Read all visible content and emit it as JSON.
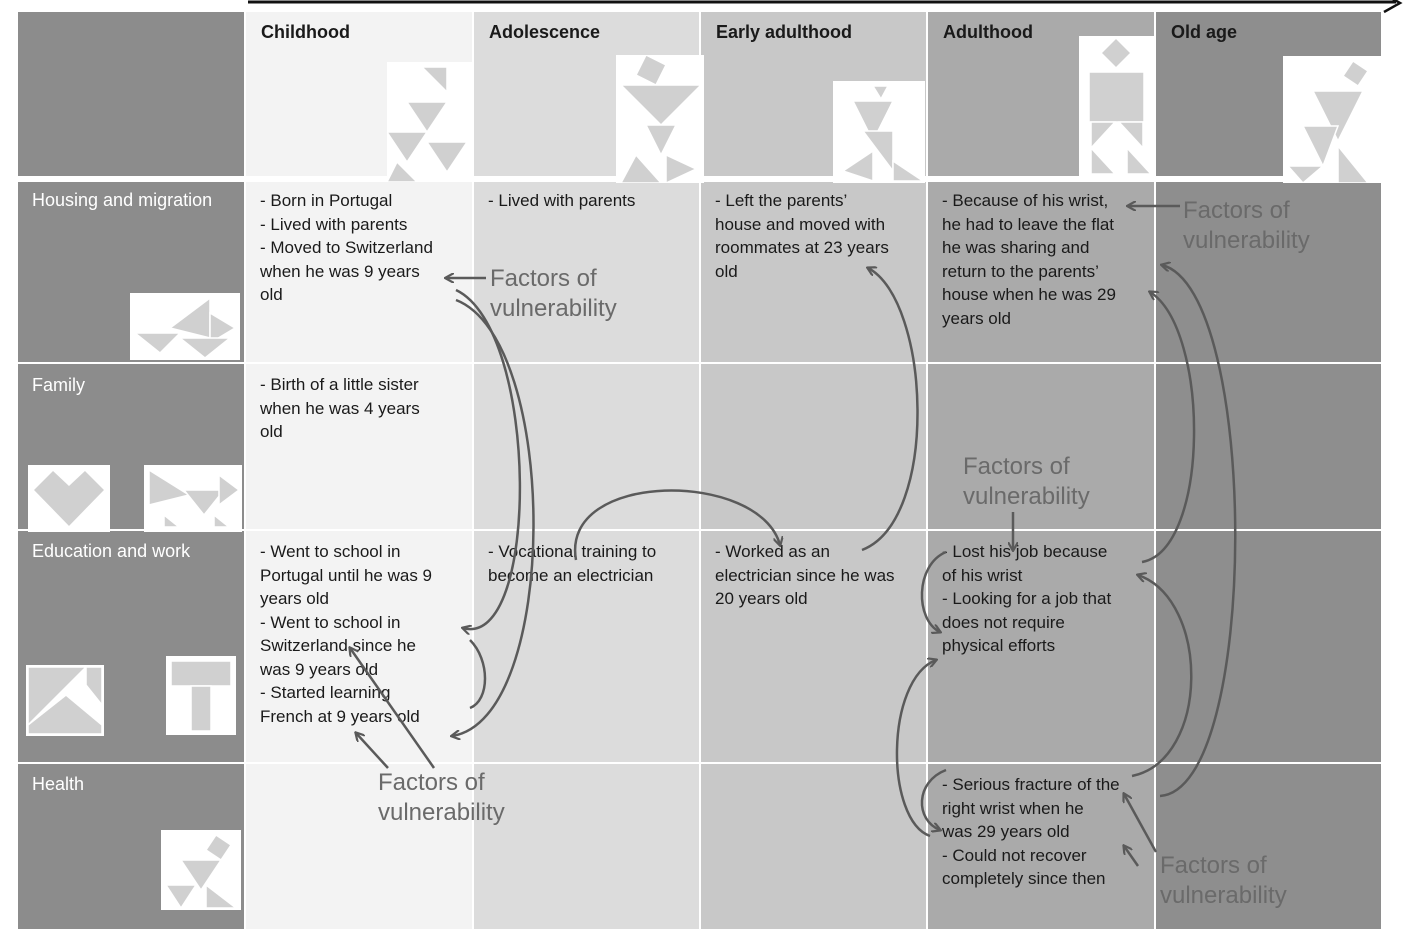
{
  "columns": [
    {
      "label": "Childhood"
    },
    {
      "label": "Adolescence"
    },
    {
      "label": "Early adulthood"
    },
    {
      "label": "Adulthood"
    },
    {
      "label": "Old age"
    }
  ],
  "rows": [
    {
      "label": "Housing and migration"
    },
    {
      "label": "Family"
    },
    {
      "label": "Education and work"
    },
    {
      "label": "Health"
    }
  ],
  "cells": {
    "housing": {
      "childhood": [
        "- Born in Portugal",
        "- Lived with parents",
        "- Moved to Switzerland",
        "when he was 9 years",
        "old"
      ],
      "adolescence": [
        "- Lived with parents"
      ],
      "early_adulthood": [
        "- Left the parents’",
        "house and moved with",
        "roommates at 23 years",
        "old"
      ],
      "adulthood": [
        "- Because of his wrist,",
        "he had to leave the flat",
        "he was sharing and",
        "return to the parents’",
        "house when he was 29",
        "years old"
      ]
    },
    "family": {
      "childhood": [
        "- Birth of a little sister",
        "when he was 4 years",
        "old"
      ]
    },
    "education": {
      "childhood": [
        "- Went to school in",
        "Portugal until he was 9",
        "years old",
        "- Went to school in",
        "Switzerland since he",
        "was 9 years old",
        "- Started learning",
        "French at 9 years old"
      ],
      "adolescence": [
        "- Vocational training to",
        "become an electrician"
      ],
      "early_adulthood": [
        "- Worked as an",
        "electrician since he was",
        "20 years old"
      ],
      "adulthood": [
        "- Lost his job because",
        "of his wrist",
        "- Looking for a job that",
        "does not require",
        "physical efforts"
      ]
    },
    "health": {
      "adulthood": [
        "- Serious fracture of the",
        "right wrist when he",
        "was 29 years old",
        "- Could not recover",
        "completely since then"
      ]
    }
  },
  "annotations": {
    "a1": [
      "Factors of",
      "vulnerability"
    ],
    "a2": [
      "Factors of",
      "vulnerability"
    ],
    "a3": [
      "Factors of",
      "vulnerability"
    ],
    "a4": [
      "Factors of",
      "vulnerability"
    ],
    "a5": [
      "Factors of",
      "vulnerability"
    ]
  },
  "colors": {
    "row_label_bg": "#8c8c8c",
    "childhood_bg": "#f3f3f3",
    "adolescence_bg": "#dcdcdc",
    "early_adulthood_bg": "#c8c8c8",
    "adulthood_bg": "#aaaaaa",
    "old_age_bg": "#8e8e8e",
    "arrow": "#5a5a5a",
    "annotation_text": "#6a6a6a"
  }
}
